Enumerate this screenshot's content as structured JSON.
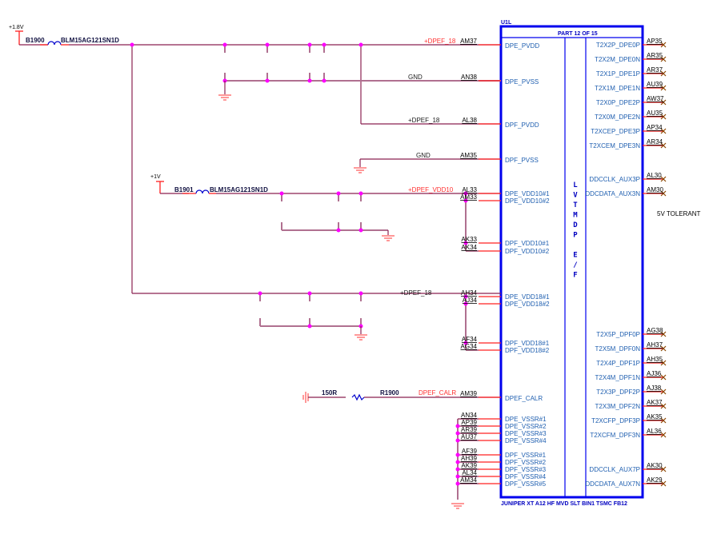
{
  "part": {
    "refdes": "U1L",
    "part_label": "PART 12 OF 15",
    "vertical_label": [
      "L",
      "V",
      "T",
      "M",
      "D",
      "P",
      "",
      "E",
      "/",
      "F"
    ],
    "footer": "JUNIPER XT A12 HF MVD SLT BIN1 TSMC FB12",
    "note": "5V TOLERANT"
  },
  "power": {
    "rail1": {
      "label": "+1.8V",
      "bead_ref": "B1900",
      "bead_part": "BLM15AG121SN1D"
    },
    "rail2": {
      "label": "+1V",
      "bead_ref": "B1901",
      "bead_part": "BLM15AG121SN1D"
    },
    "resistor": {
      "value": "150R",
      "ref": "R1900",
      "net": "DPEF_CALR"
    }
  },
  "left_pins": [
    {
      "num": "AM37",
      "name": "DPE_PVDD",
      "net": "+DPEF_18",
      "net_red": true
    },
    {
      "num": "AN38",
      "name": "DPE_PVSS",
      "net": "GND",
      "net_red": false
    },
    {
      "num": "AL38",
      "name": "DPF_PVDD",
      "net": "+DPEF_18",
      "net_red": false
    },
    {
      "num": "AM35",
      "name": "DPF_PVSS",
      "net": "GND",
      "net_red": false
    },
    {
      "num": "AL33",
      "name": "DPE_VDD10#1",
      "net": "+DPEF_VDD10",
      "net_red": true
    },
    {
      "num": "AM33",
      "name": "DPE_VDD10#2",
      "net": "",
      "net_red": false
    },
    {
      "num": "AK33",
      "name": "DPF_VDD10#1",
      "net": "",
      "net_red": false
    },
    {
      "num": "AK34",
      "name": "DPF_VDD10#2",
      "net": "",
      "net_red": false
    },
    {
      "num": "AH34",
      "name": "DPE_VDD18#1",
      "net": "+DPEF_18",
      "net_red": false
    },
    {
      "num": "AJ34",
      "name": "DPE_VDD18#2",
      "net": "",
      "net_red": false
    },
    {
      "num": "AF34",
      "name": "DPF_VDD18#1",
      "net": "",
      "net_red": false
    },
    {
      "num": "AG34",
      "name": "DPF_VDD18#2",
      "net": "",
      "net_red": false
    },
    {
      "num": "AM39",
      "name": "DPEF_CALR",
      "net": "DPEF_CALR",
      "net_red": true
    },
    {
      "num": "AN34",
      "name": "DPE_VSSR#1",
      "net": "",
      "net_red": false
    },
    {
      "num": "AP39",
      "name": "DPE_VSSR#2",
      "net": "",
      "net_red": false
    },
    {
      "num": "AR39",
      "name": "DPE_VSSR#3",
      "net": "",
      "net_red": false
    },
    {
      "num": "AU37",
      "name": "DPE_VSSR#4",
      "net": "",
      "net_red": false
    },
    {
      "num": "AF39",
      "name": "DPF_VSSR#1",
      "net": "",
      "net_red": false
    },
    {
      "num": "AH39",
      "name": "DPF_VSSR#2",
      "net": "",
      "net_red": false
    },
    {
      "num": "AK39",
      "name": "DPF_VSSR#3",
      "net": "",
      "net_red": false
    },
    {
      "num": "AL34",
      "name": "DPF_VSSR#4",
      "net": "",
      "net_red": false
    },
    {
      "num": "AM34",
      "name": "DPF_VSSR#5",
      "net": "",
      "net_red": false
    }
  ],
  "right_pins": [
    {
      "num": "AP35",
      "name": "T2X2P_DPE0P"
    },
    {
      "num": "AR35",
      "name": "T2X2M_DPE0N"
    },
    {
      "num": "AR37",
      "name": "T2X1P_DPE1P"
    },
    {
      "num": "AU39",
      "name": "T2X1M_DPE1N"
    },
    {
      "num": "AW37",
      "name": "T2X0P_DPE2P"
    },
    {
      "num": "AU35",
      "name": "T2X0M_DPE2N"
    },
    {
      "num": "AP34",
      "name": "T2XCEP_DPE3P"
    },
    {
      "num": "AR34",
      "name": "T2XCEM_DPE3N"
    },
    {
      "num": "AL30",
      "name": "DDCCLK_AUX3P"
    },
    {
      "num": "AM30",
      "name": "DDCDATA_AUX3N"
    },
    {
      "num": "AG38",
      "name": "T2X5P_DPF0P"
    },
    {
      "num": "AH37",
      "name": "T2X5M_DPF0N"
    },
    {
      "num": "AH35",
      "name": "T2X4P_DPF1P"
    },
    {
      "num": "AJ36",
      "name": "T2X4M_DPF1N"
    },
    {
      "num": "AJ38",
      "name": "T2X3P_DPF2P"
    },
    {
      "num": "AK37",
      "name": "T2X3M_DPF2N"
    },
    {
      "num": "AK35",
      "name": "T2XCFP_DPF3P"
    },
    {
      "num": "AL36",
      "name": "T2XCFM_DPF3N"
    },
    {
      "num": "AK30",
      "name": "DDCCLK_AUX7P"
    },
    {
      "num": "AK29",
      "name": "DDCDATA_AUX7N"
    }
  ]
}
